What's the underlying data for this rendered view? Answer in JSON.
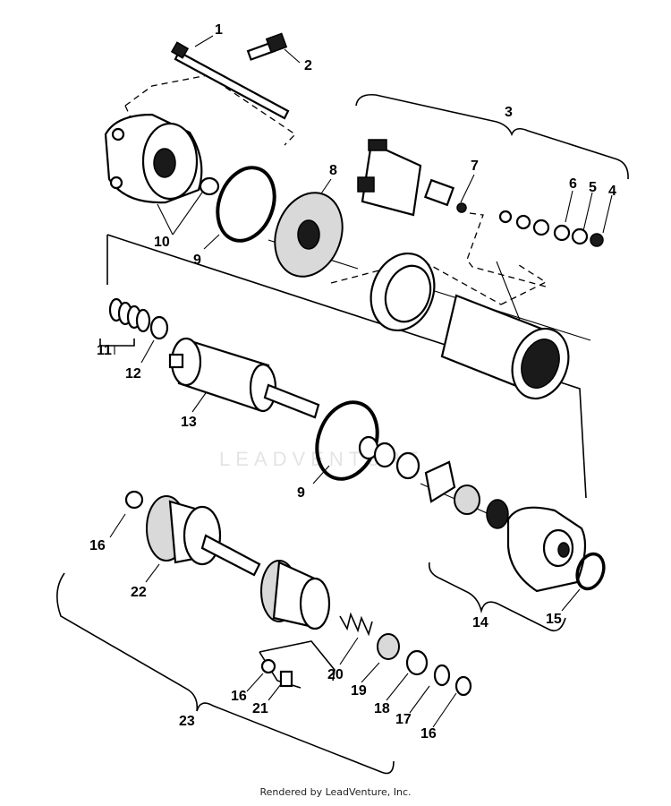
{
  "labels": {
    "p1": "1",
    "p2": "2",
    "p3": "3",
    "p4": "4",
    "p5": "5",
    "p6": "6",
    "p7": "7",
    "p8": "8",
    "p9a": "9",
    "p9b": "9",
    "p10": "10",
    "p11": "11",
    "p12": "12",
    "p13": "13",
    "p14": "14",
    "p15": "15",
    "p16a": "16",
    "p16b": "16",
    "p16c": "16",
    "p17": "17",
    "p18": "18",
    "p19": "19",
    "p20": "20",
    "p21": "21",
    "p22": "22",
    "p23": "23"
  },
  "watermark": "LEADVENTURE",
  "footer": "Rendered by LeadVenture, Inc."
}
